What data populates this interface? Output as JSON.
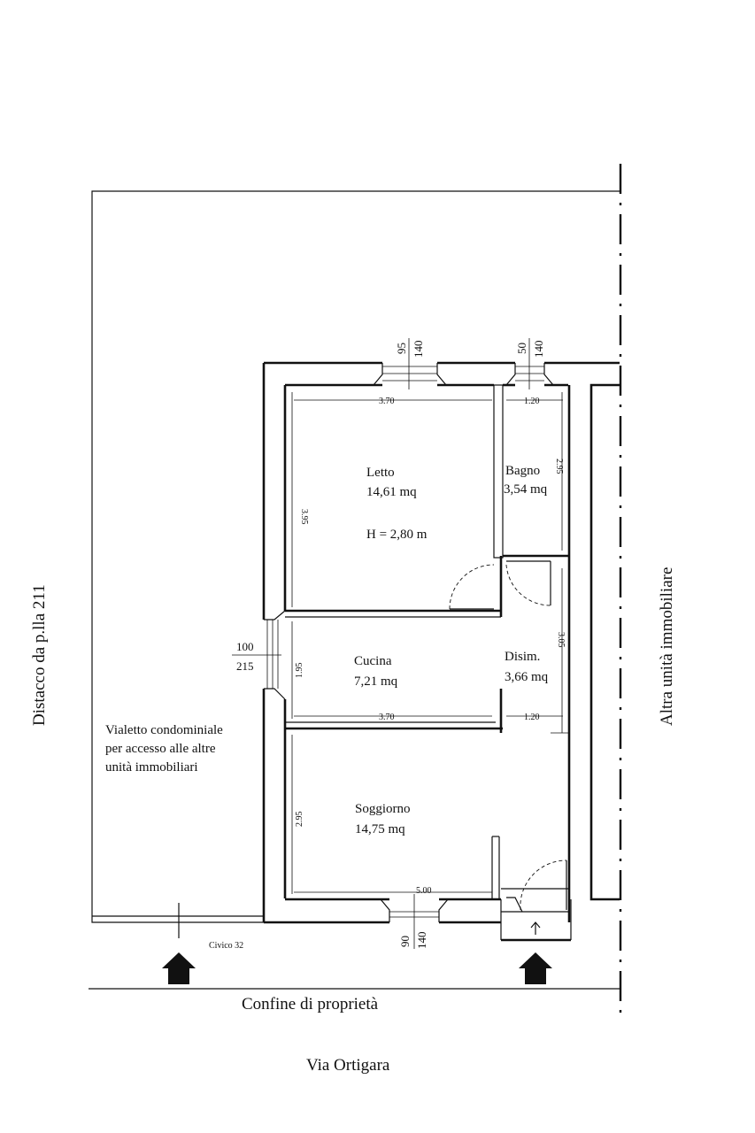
{
  "rooms": {
    "letto": {
      "name": "Letto",
      "area": "14,61 mq",
      "height": "H = 2,80 m"
    },
    "bagno": {
      "name": "Bagno",
      "area": "3,54 mq"
    },
    "cucina": {
      "name": "Cucina",
      "area": "7,21 mq"
    },
    "disimpegno": {
      "name": "Disim.",
      "area": "3,66 mq"
    },
    "soggiorno": {
      "name": "Soggiorno",
      "area": "14,75 mq"
    }
  },
  "dimensions": {
    "letto_width": "3.70",
    "letto_depth": "3.95",
    "bagno_width": "1.20",
    "bagno_depth": "2.95",
    "cucina_width": "3.70",
    "cucina_depth": "1.95",
    "disim_width": "1.20",
    "disim_depth": "3.05",
    "soggiorno_width": "5.00",
    "soggiorno_depth": "2.95"
  },
  "openings": {
    "letto_window": {
      "width": "95",
      "height": "140"
    },
    "bagno_window": {
      "width": "50",
      "height": "140"
    },
    "cucina_window": {
      "width": "100",
      "height": "215"
    },
    "soggiorno_window": {
      "width": "90",
      "height": "140"
    }
  },
  "labels": {
    "left_side": "Distacco da p.lla 211",
    "right_side": "Altra unità immobiliare",
    "walkway_line1": "Vialetto condominiale",
    "walkway_line2": "per accesso alle altre",
    "walkway_line3": "unità immobiliari",
    "civic": "Civico 32",
    "boundary": "Confine di proprietà",
    "street": "Via Ortigara"
  }
}
